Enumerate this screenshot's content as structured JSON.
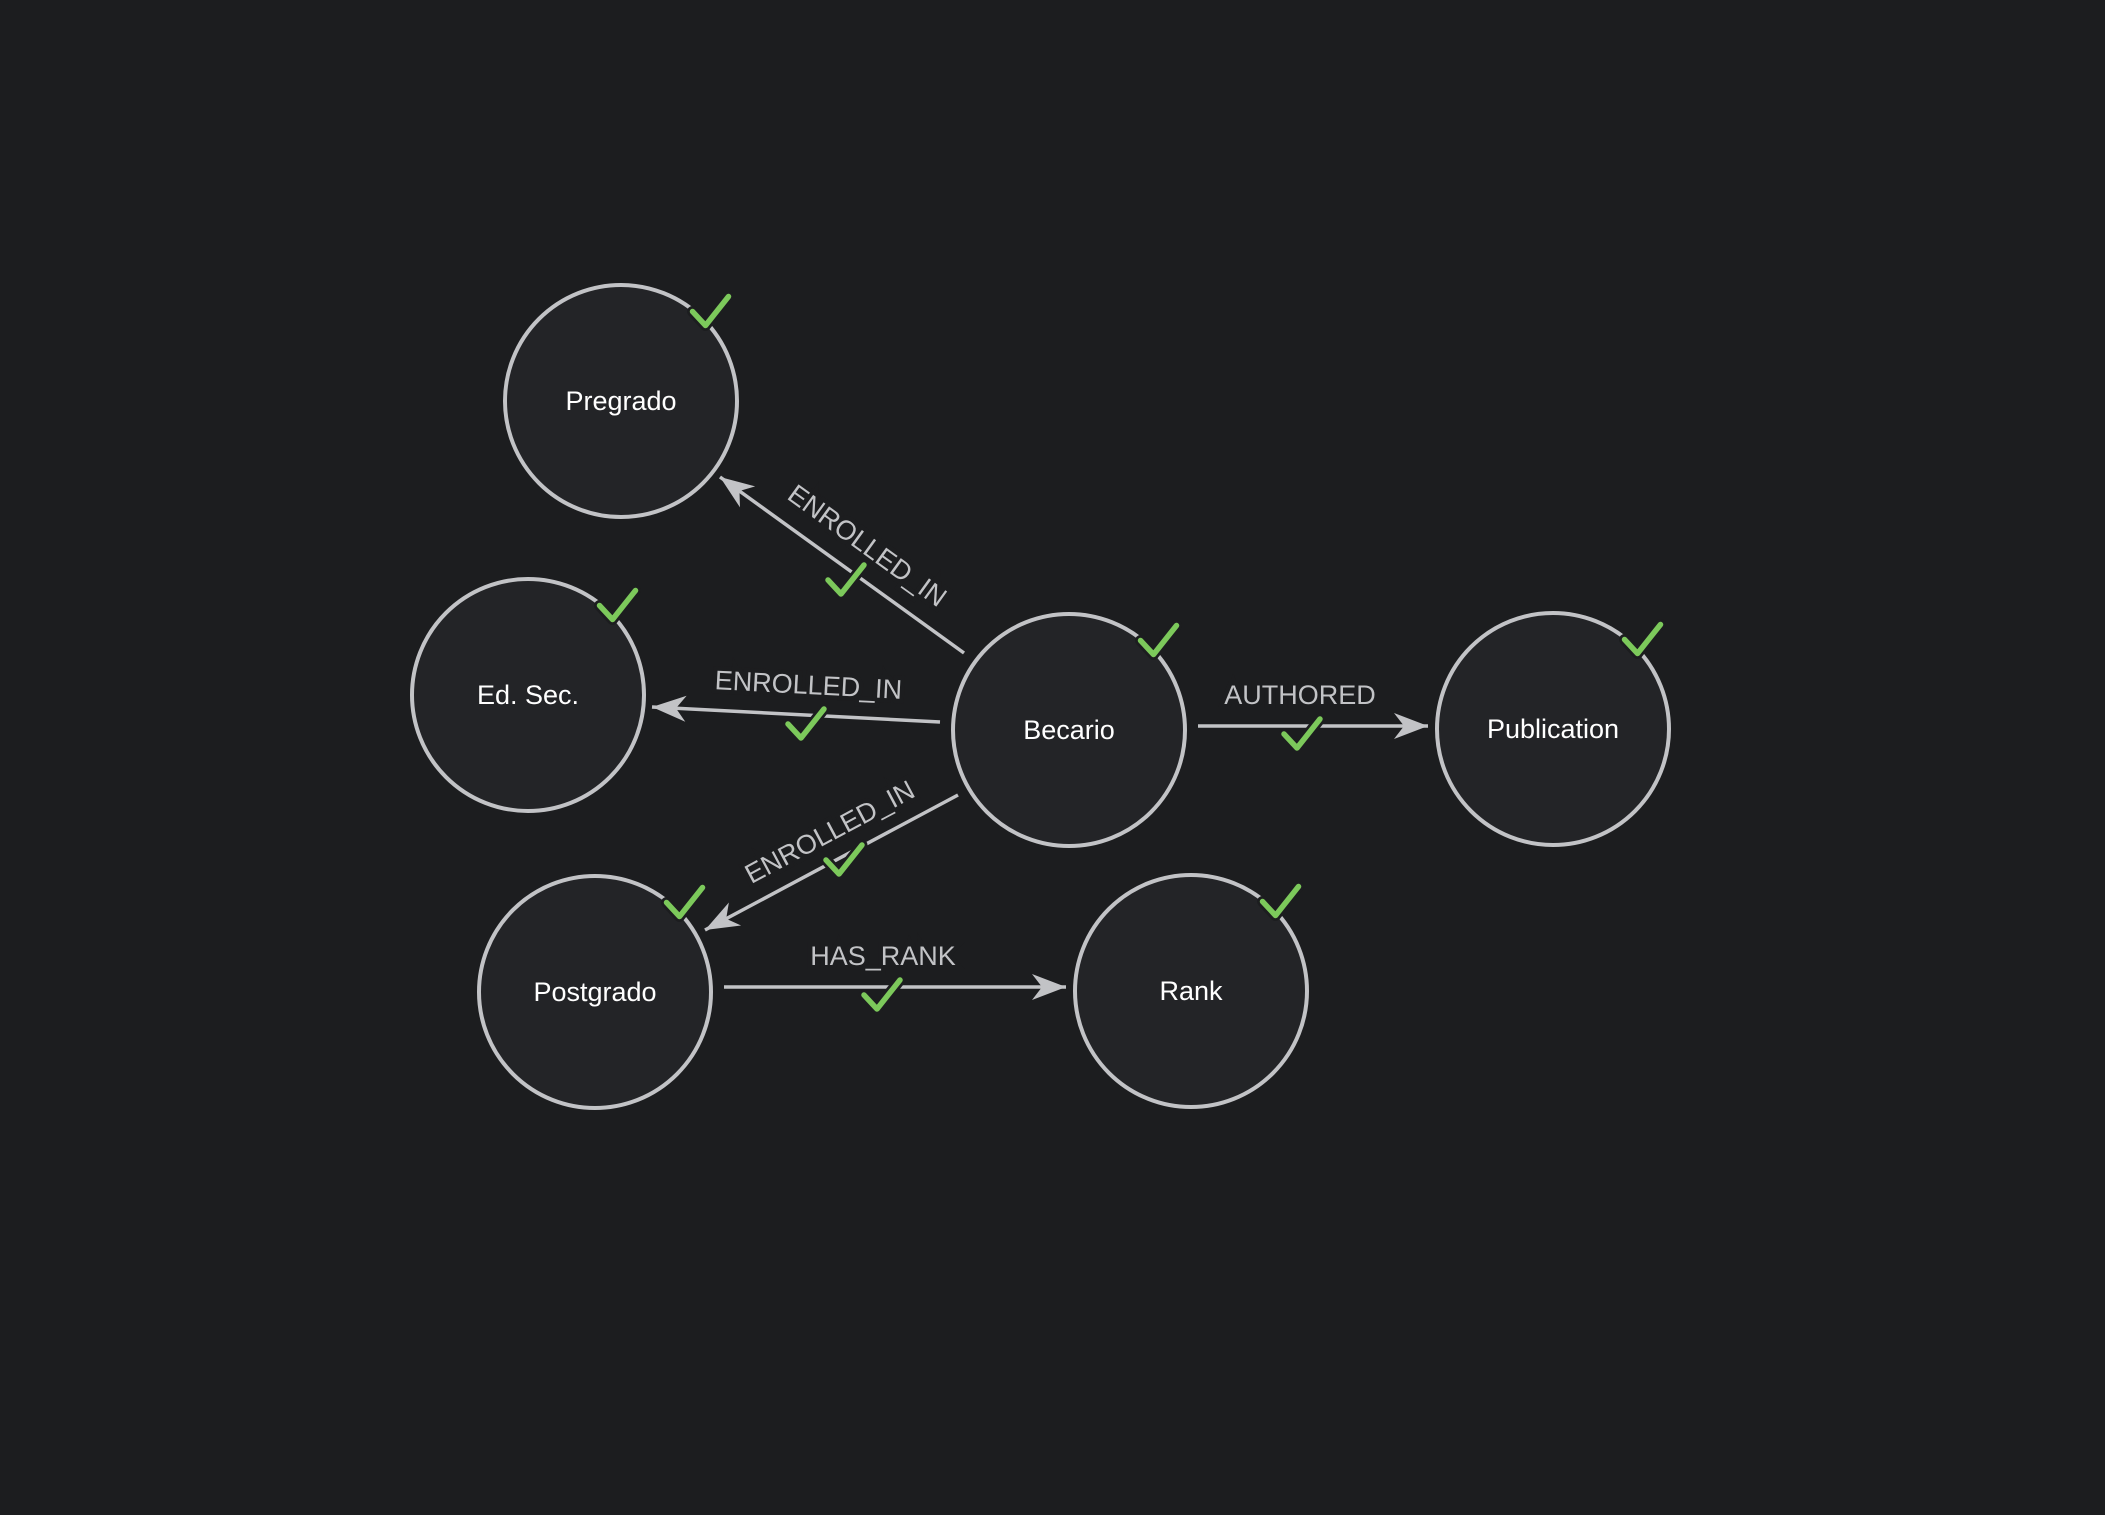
{
  "diagram": {
    "colors": {
      "background": "#1c1d1f",
      "node_fill": "#232427",
      "node_stroke": "#c2c3c6",
      "edge": "#c2c3c6",
      "check": "#7cc95b"
    },
    "icons": {
      "status": "check-icon"
    },
    "nodes": [
      {
        "id": "becario",
        "label": "Becario"
      },
      {
        "id": "pregrado",
        "label": "Pregrado"
      },
      {
        "id": "ed-sec",
        "label": "Ed. Sec."
      },
      {
        "id": "postgrado",
        "label": "Postgrado"
      },
      {
        "id": "rank",
        "label": "Rank"
      },
      {
        "id": "publication",
        "label": "Publication"
      }
    ],
    "edges": [
      {
        "from": "becario",
        "to": "pregrado",
        "label": "ENROLLED_IN"
      },
      {
        "from": "becario",
        "to": "ed-sec",
        "label": "ENROLLED_IN"
      },
      {
        "from": "becario",
        "to": "postgrado",
        "label": "ENROLLED_IN"
      },
      {
        "from": "becario",
        "to": "publication",
        "label": "AUTHORED"
      },
      {
        "from": "postgrado",
        "to": "rank",
        "label": "HAS_RANK"
      }
    ]
  }
}
